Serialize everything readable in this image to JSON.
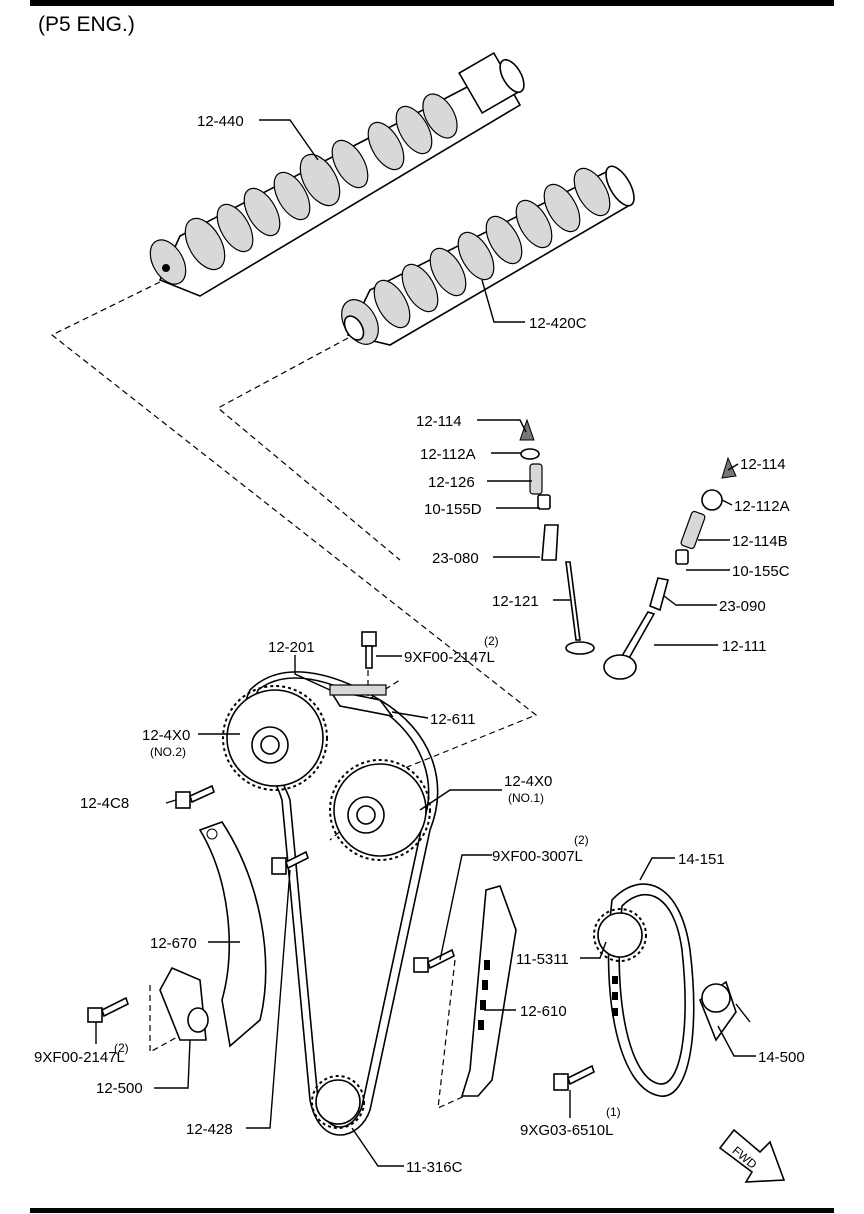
{
  "title": "(P5 ENG.)",
  "labels": {
    "l_12_440": "12-440",
    "l_12_420c": "12-420C",
    "l_12_114_a": "12-114",
    "l_12_112a_a": "12-112A",
    "l_12_126": "12-126",
    "l_10_155d": "10-155D",
    "l_23_080": "23-080",
    "l_12_121": "12-121",
    "l_12_114_b": "12-114",
    "l_12_112a_b": "12-112A",
    "l_12_114b": "12-114B",
    "l_10_155c": "10-155C",
    "l_23_090": "23-090",
    "l_12_111": "12-111",
    "l_12_201": "12-201",
    "l_9xf00_2147l_top": "9XF00-2147L",
    "q_9xf00_2147l_top": "(2)",
    "l_12_611": "12-611",
    "l_12_4x0_no2": "12-4X0",
    "s_no2": "(NO.2)",
    "l_12_4x0_no1": "12-4X0",
    "s_no1": "(NO.1)",
    "l_12_4c8": "12-4C8",
    "l_9xf00_3007l": "9XF00-3007L",
    "q_9xf00_3007l": "(2)",
    "l_14_151": "14-151",
    "l_12_670": "12-670",
    "l_11_5311": "11-5311",
    "l_12_610": "12-610",
    "l_9xf00_2147l_bot": "9XF00-2147L",
    "q_9xf00_2147l_bot": "(2)",
    "l_12_500": "12-500",
    "l_14_500": "14-500",
    "l_9xg03_6510l": "9XG03-6510L",
    "q_9xg03_6510l": "(1)",
    "l_12_428": "12-428",
    "l_11_316c": "11-316C",
    "fwd": "FWD"
  }
}
